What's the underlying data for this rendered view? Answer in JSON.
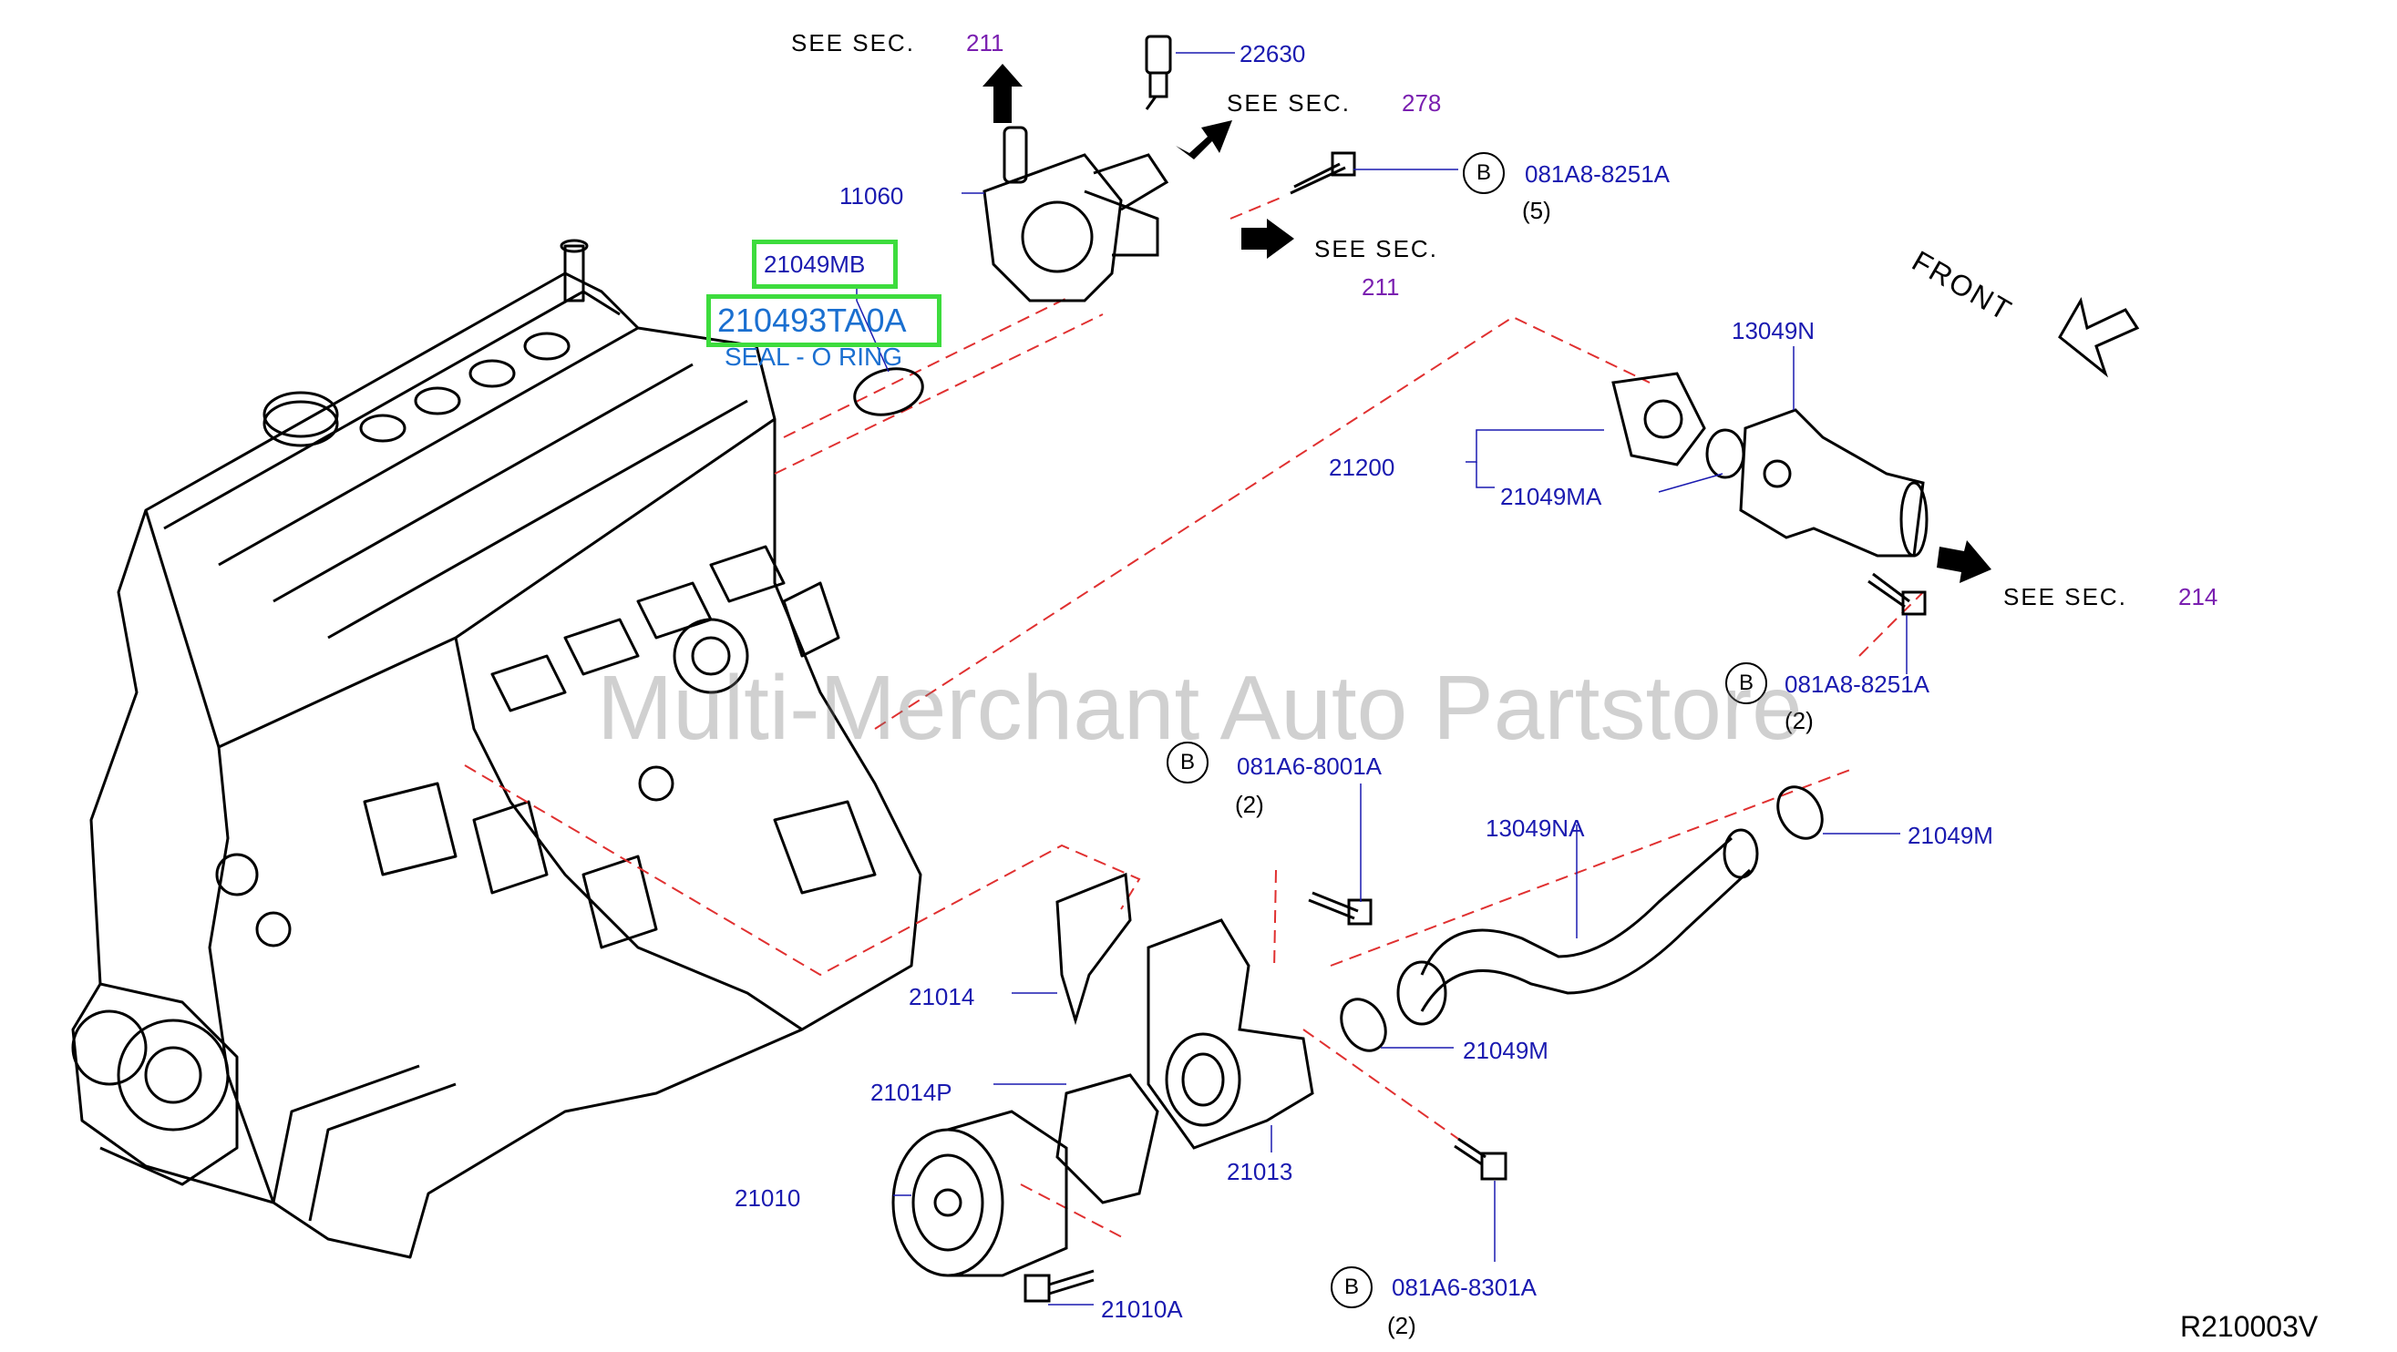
{
  "diagram": {
    "reference_code": "R210003V",
    "watermark": "Multi-Merchant Auto Partstore",
    "front_label": "FRONT",
    "highlight": {
      "small_part": "21049MB",
      "large_part": "210493TA0A",
      "description": "SEAL - O RING"
    },
    "see_sec_text": "SEE SEC.",
    "sections": {
      "s211_top": "211",
      "s278": "278",
      "s211_mid": "211",
      "s214": "214"
    },
    "parts": {
      "p22630": "22630",
      "p11060": "11060",
      "p081A8_8251A_top": "081A8-8251A",
      "p13049N": "13049N",
      "p21200": "21200",
      "p21049MA": "21049MA",
      "p081A8_8251A_mid": "081A8-8251A",
      "p081A6_8001A": "081A6-8001A",
      "p13049NA": "13049NA",
      "p21049M_right": "21049M",
      "p21014": "21014",
      "p21049M_lower": "21049M",
      "p21014P": "21014P",
      "p21013": "21013",
      "p21010": "21010",
      "p081A6_8301A": "081A6-8301A",
      "p21010A": "21010A"
    },
    "quantities": {
      "q_top": "(5)",
      "q_mid": "(2)",
      "q_8001A": "(2)",
      "q_8301A": "(2)"
    },
    "bolt_marker": "B",
    "colors": {
      "part_number": "#1a1ab0",
      "section_number": "#7a1fb0",
      "highlight_border": "#3ddc3d",
      "description": "#1a6fd0",
      "dashed_line": "#e03030"
    }
  }
}
